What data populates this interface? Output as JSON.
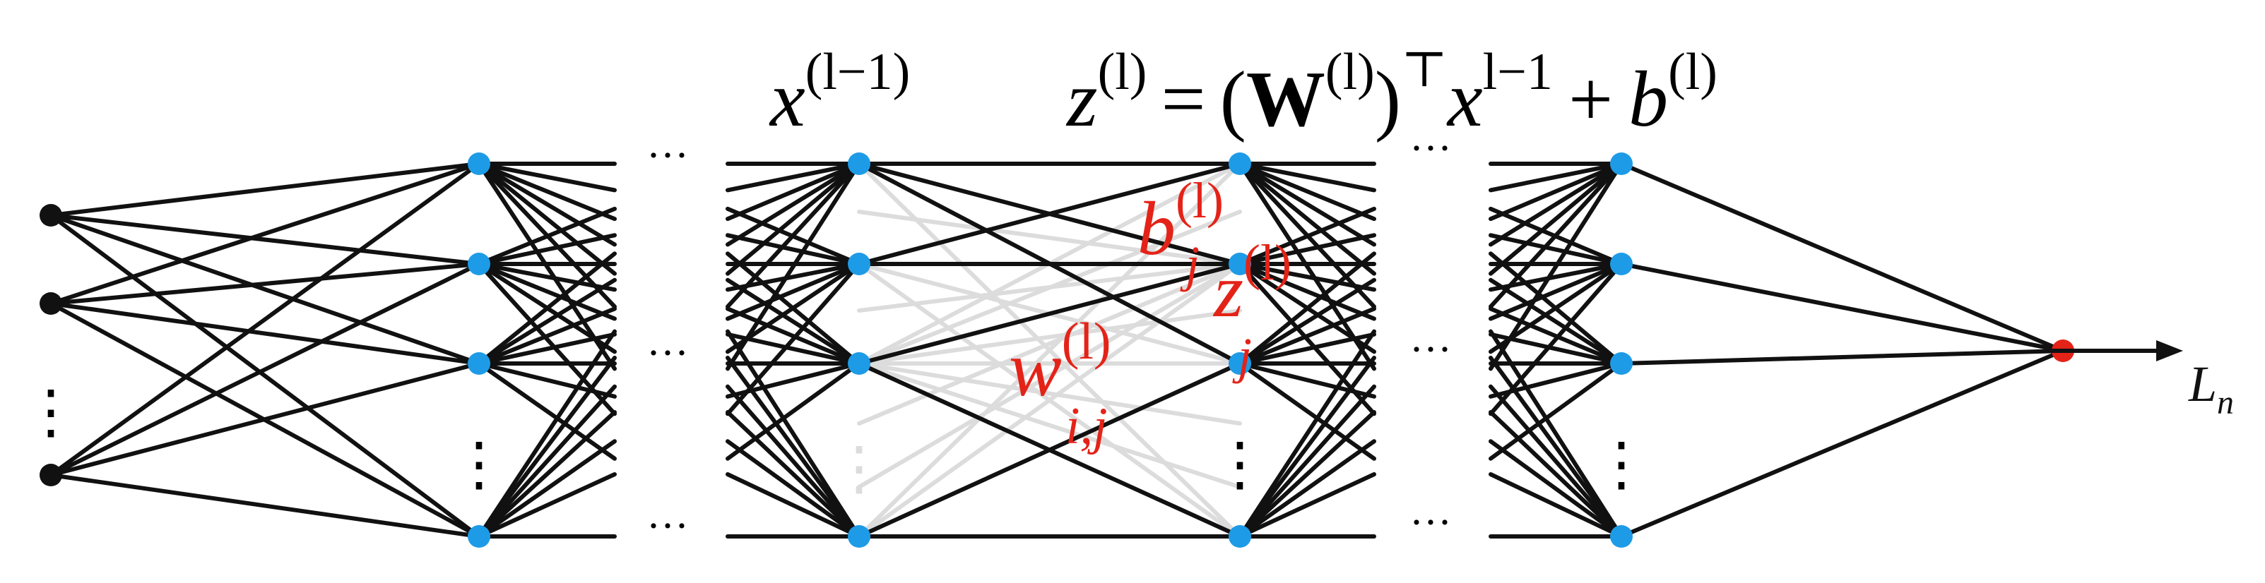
{
  "colors": {
    "input_node": "#111111",
    "hidden_node": "#1e9be6",
    "output_node": "#e42318",
    "highlight": "#e42318",
    "edge": "#111111",
    "faded_edge": "#dcdcdc"
  },
  "formula": {
    "x_base": "x",
    "x_sup": "(l−1)",
    "z_base": "z",
    "z_sup": "(l)",
    "equals": "=",
    "open_paren": "(",
    "w_base": "W",
    "w_sup": "(l)",
    "close_paren": ")",
    "transpose": "⊤",
    "x2_base": "x",
    "x2_sup": "l−1",
    "plus": "+",
    "b_base": "b",
    "b_sup": "(l)"
  },
  "labels": {
    "bias_base": "b",
    "bias_sub": "j",
    "bias_sup": "(l)",
    "z_base": "z",
    "z_sub": "j",
    "z_sup": "(l)",
    "weight_base": "w",
    "weight_sub": "i,j",
    "weight_sup": "(l)",
    "loss_base": "L",
    "loss_sub": "n"
  },
  "ellipsis": {
    "horizontal": "···",
    "vertical": "⋮"
  }
}
